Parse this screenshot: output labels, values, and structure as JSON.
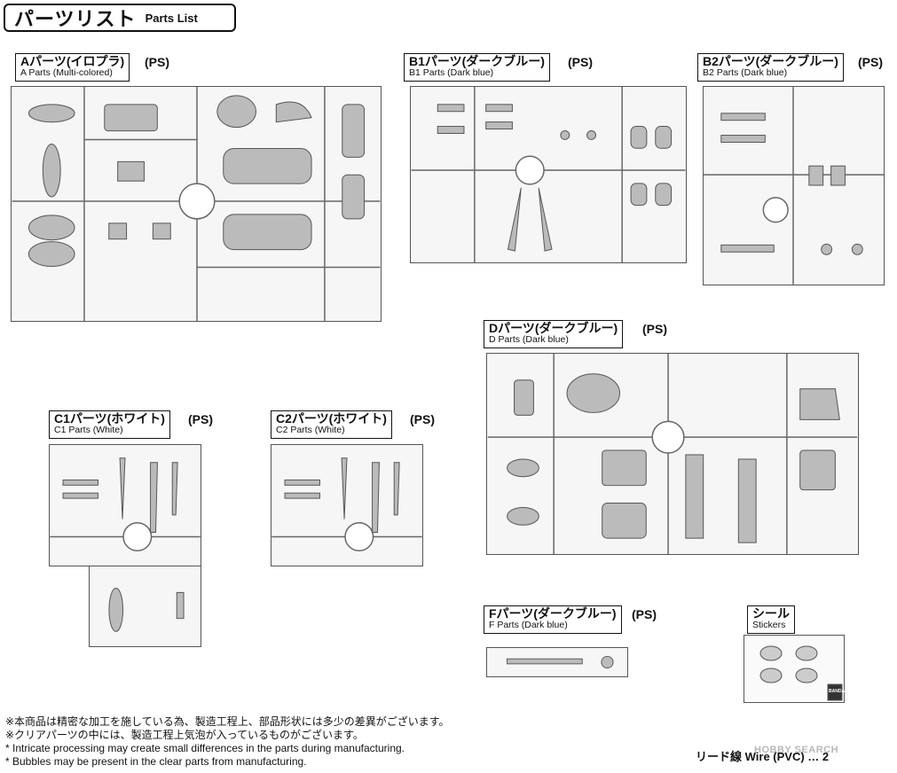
{
  "header": {
    "jp": "パーツリスト",
    "en": "Parts List"
  },
  "ps": "(PS)",
  "runners": {
    "A": {
      "jp": "Aパーツ(イロプラ)",
      "en": "A Parts (Multi-colored)"
    },
    "B1": {
      "jp": "B1パーツ(ダークブルー)",
      "en": "B1 Parts (Dark blue)"
    },
    "B2": {
      "jp": "B2パーツ(ダークブルー)",
      "en": "B2 Parts (Dark blue)"
    },
    "C1": {
      "jp": "C1パーツ(ホワイト)",
      "en": "C1 Parts (White)"
    },
    "C2": {
      "jp": "C2パーツ(ホワイト)",
      "en": "C2 Parts (White)"
    },
    "D": {
      "jp": "Dパーツ(ダークブルー)",
      "en": "D Parts (Dark blue)"
    },
    "F": {
      "jp": "Fパーツ(ダークブルー)",
      "en": "F Parts (Dark blue)"
    }
  },
  "stickers": {
    "jp": "シール",
    "en": "Stickers",
    "brand": "BANDAI"
  },
  "notes": [
    "※本商品は精密な加工を施している為、製造工程上、部品形状には多少の差異がございます。",
    "※クリアパーツの中には、製造工程上気泡が入っているものがございます。",
    "* Intricate processing may create small differences in the parts during manufacturing.",
    "* Bubbles may be present in the clear parts from manufacturing."
  ],
  "wire": "リード線 Wire (PVC) … 2",
  "watermark": "HOBBY SEARCH"
}
